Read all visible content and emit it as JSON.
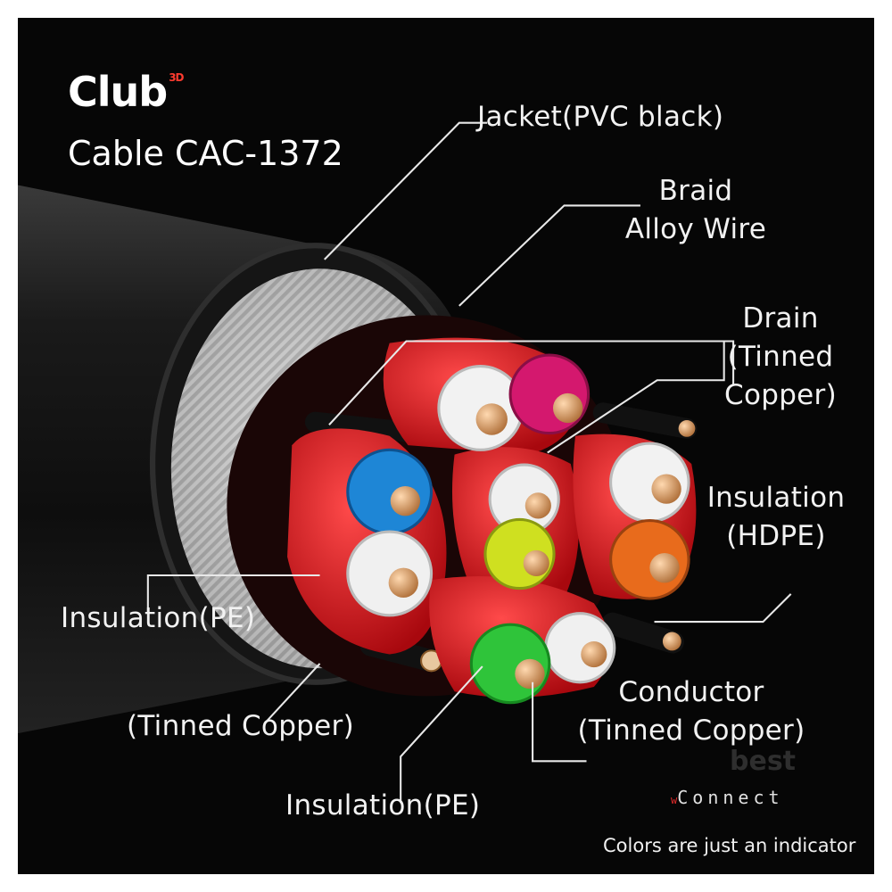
{
  "brand": {
    "logo_text": "Club",
    "logo_superscript": "3D",
    "model_title": "Cable CAC-1372"
  },
  "labels": {
    "jacket": "Jacket(PVC black)",
    "braid_line1": "Braid",
    "braid_line2": "Alloy Wire",
    "drain_line1": "Drain",
    "drain_line2": "(Tinned",
    "drain_line3": "Copper)",
    "insulation_hdpe_line1": "Insulation",
    "insulation_hdpe_line2": "(HDPE)",
    "insulation_pe_left": "Insulation(PE)",
    "tinned_copper_left": "(Tinned Copper)",
    "conductor_line1": "Conductor",
    "conductor_line2": "(Tinned Copper)",
    "insulation_pe_bottom": "Insulation(PE)"
  },
  "watermark": {
    "top": "best",
    "bottom_prefix": "w",
    "bottom": "Connect"
  },
  "disclaimer": "Colors are just an indicator",
  "colors": {
    "background": "#060606",
    "jacket": "#1c1c1c",
    "braid": "#bdbdbd",
    "pair_shield": "#d8141c",
    "copper": "#d89a62",
    "insulation_white": "#f2f2f2",
    "insulation_magenta": "#d4186e",
    "insulation_blue": "#1e86d6",
    "insulation_yellow": "#cfe020",
    "insulation_orange": "#e86b1c",
    "insulation_green": "#2fc43a",
    "logo_accent": "#ff3b2f"
  }
}
